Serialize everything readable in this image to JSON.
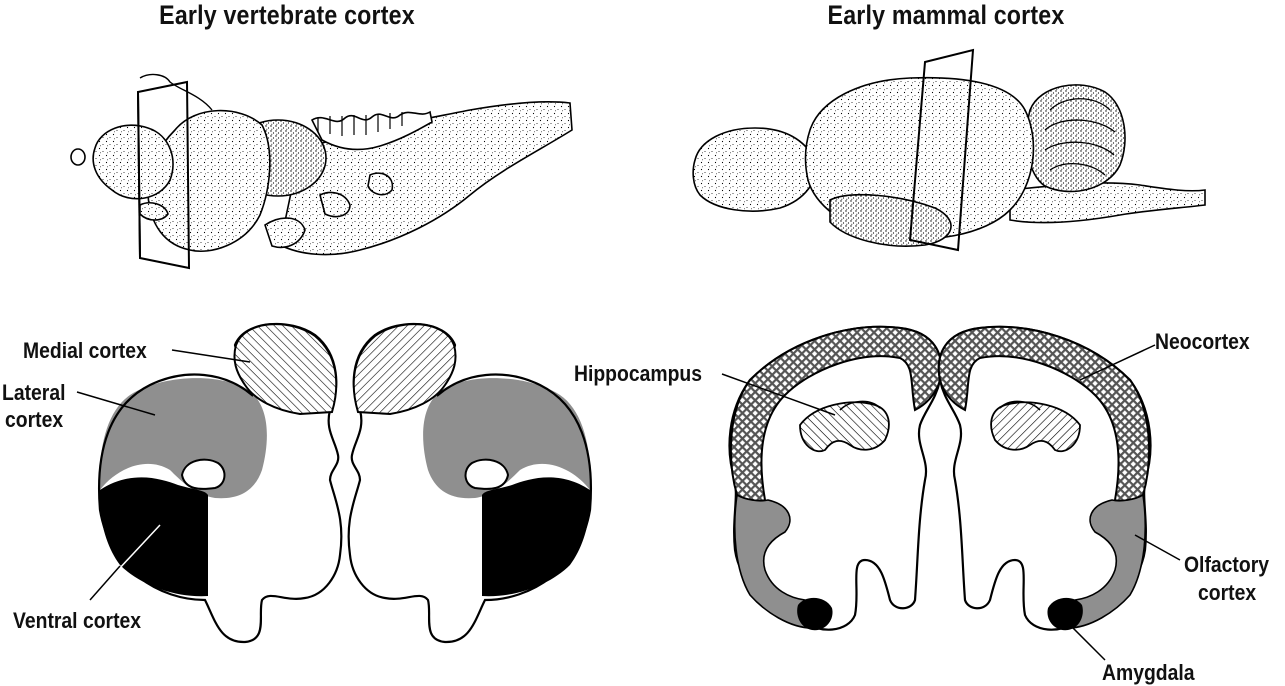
{
  "titles": {
    "left": "Early vertebrate cortex",
    "right": "Early mammal cortex"
  },
  "labels": {
    "medial_cortex": "Medial cortex",
    "lateral_cortex_line1": "Lateral",
    "lateral_cortex_line2": "cortex",
    "ventral_cortex": "Ventral cortex",
    "hippocampus": "Hippocampus",
    "neocortex": "Neocortex",
    "olfactory_cortex_line1": "Olfactory",
    "olfactory_cortex_line2": "cortex",
    "amygdala": "Amygdala"
  },
  "colors": {
    "outline": "#000000",
    "lateral_gray": "#8f8f8f",
    "ventral_black": "#000000",
    "neocortex_crosshatch": "#6a6a6a",
    "background": "#ffffff"
  }
}
